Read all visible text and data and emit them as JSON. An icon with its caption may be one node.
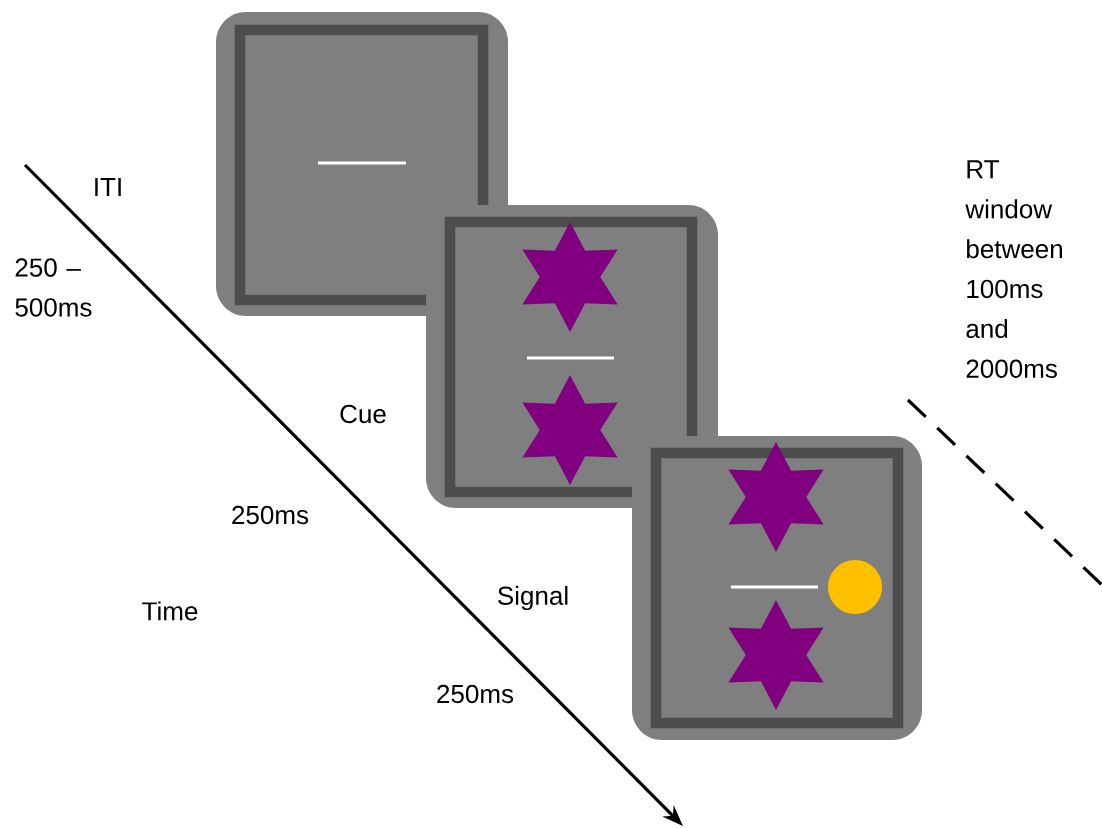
{
  "diagram": {
    "nodes": [
      {
        "text": [],
        "shape": "box"
      },
      {
        "text": [],
        "shape": "box"
      },
      {
        "text": [],
        "shape": "box"
      }
    ],
    "labels": [
      "ITI",
      "250 – 500ms",
      "Cue",
      "250ms",
      "Time",
      "Signal",
      "250ms",
      "RT window between 100ms and 2000ms"
    ]
  }
}
